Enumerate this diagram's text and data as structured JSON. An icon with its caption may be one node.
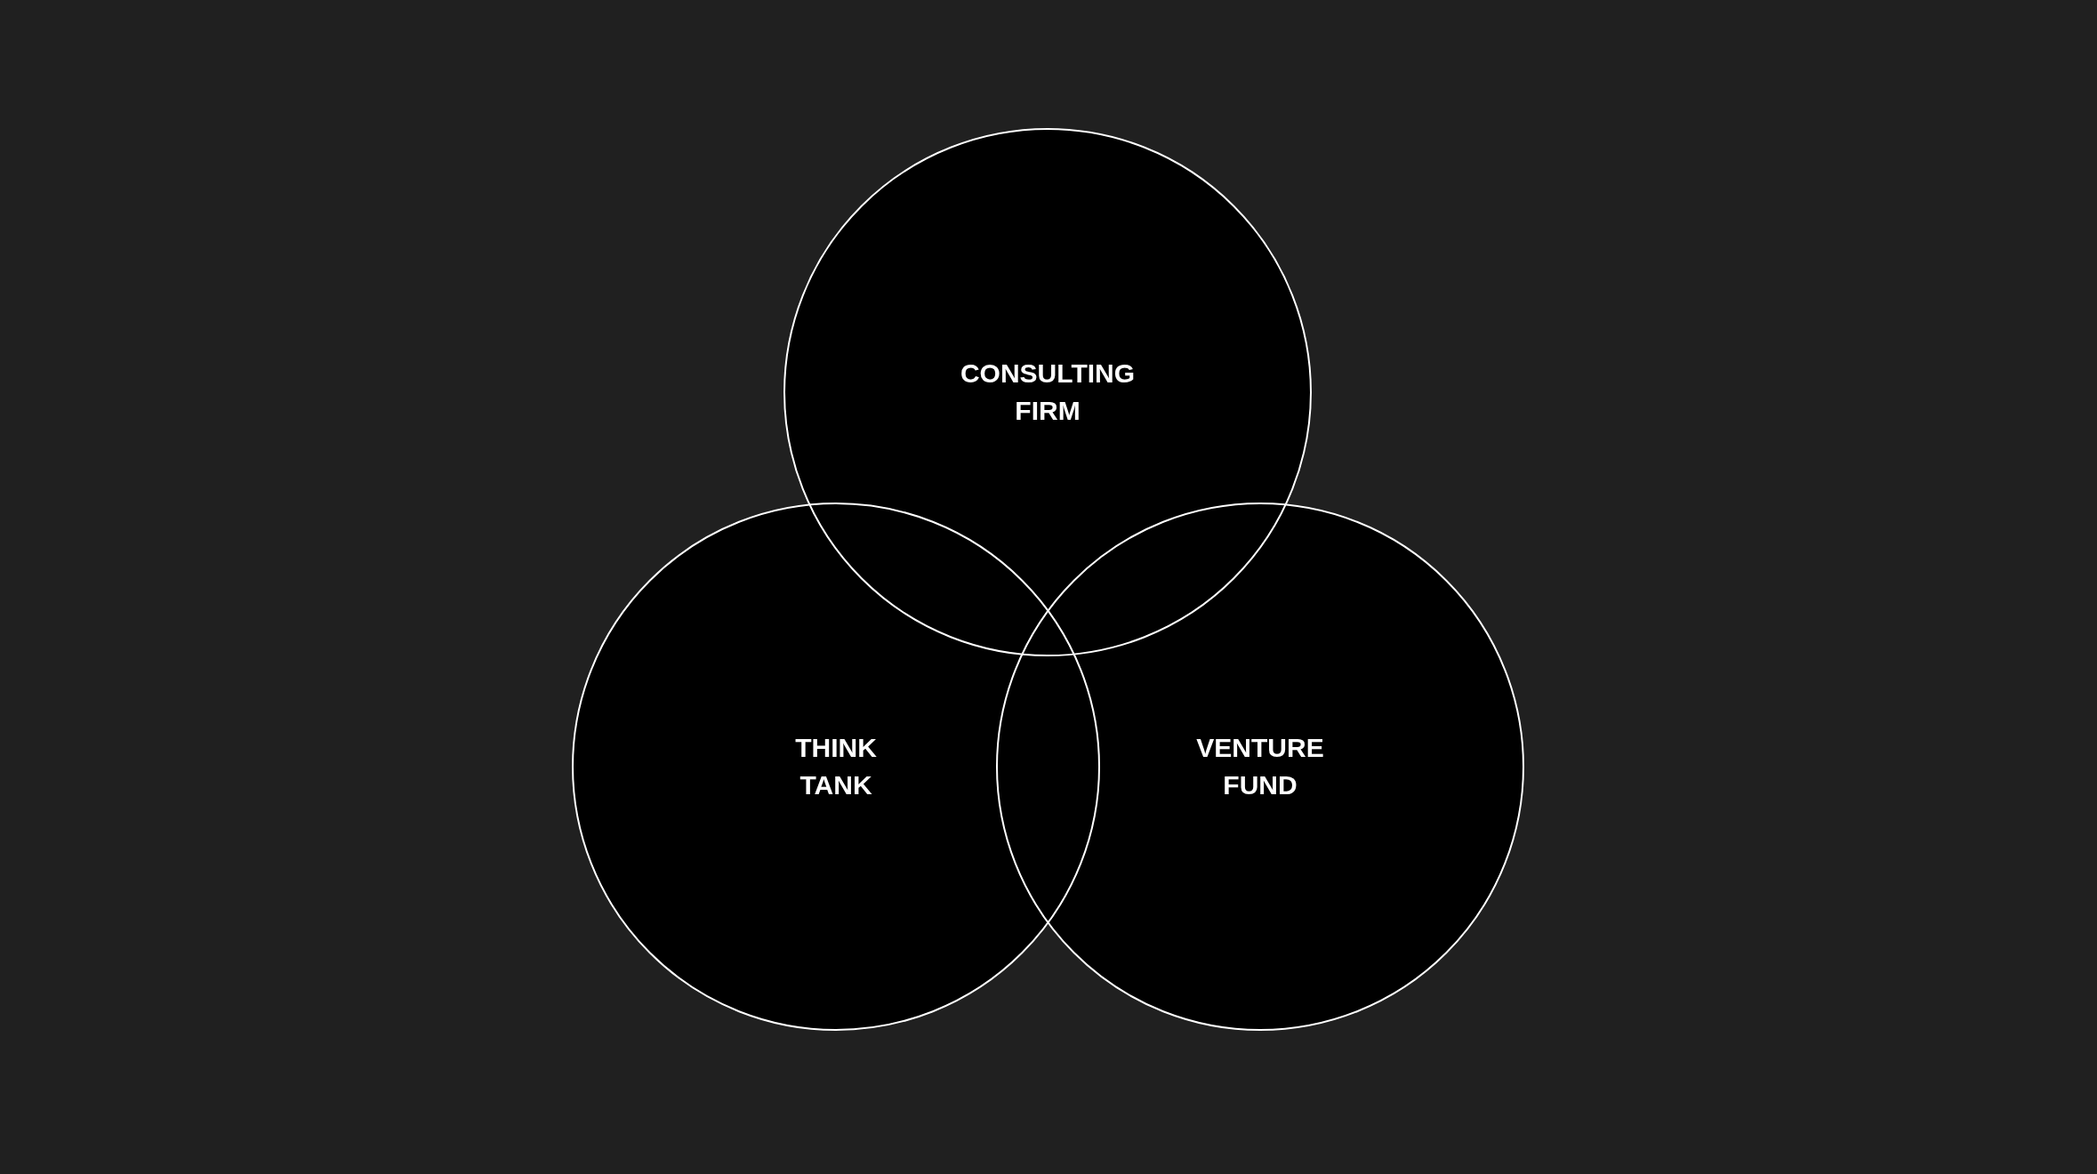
{
  "diagram": {
    "nodes": [
      {
        "text": [
          "CONSULTING FIRM"
        ]
      },
      {
        "text": [
          "THINK TANK"
        ]
      },
      {
        "text": [
          "VENTURE FUND"
        ]
      }
    ]
  }
}
